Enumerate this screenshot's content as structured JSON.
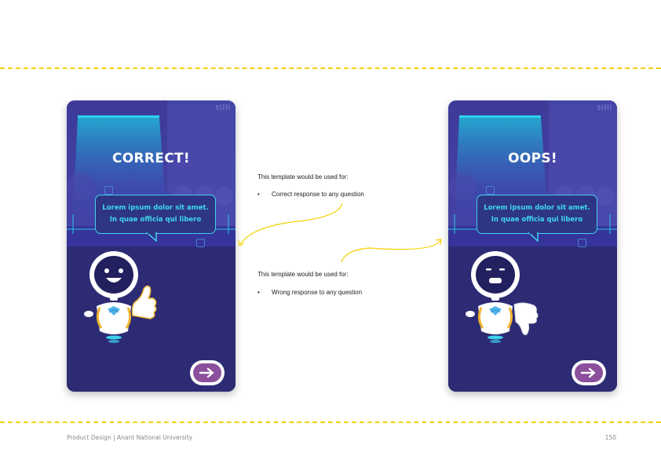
{
  "cards": {
    "correct": {
      "brand": "tilli",
      "headline": "CORRECT!",
      "bubble_text": "Lorem ipsum dolor sit amet. In quae officia qui libero",
      "robot_expression": "happy",
      "robot_gesture": "thumbs-up"
    },
    "oops": {
      "brand": "tilli",
      "headline": "OOPS!",
      "bubble_text": "Lorem ipsum dolor sit amet. In quae officia qui libero",
      "robot_expression": "worried",
      "robot_gesture": "thumbs-down"
    }
  },
  "notes": {
    "correct": {
      "intro": "This template would be used for:",
      "bullet": "Correct response to any question"
    },
    "wrong": {
      "intro": "This template would be used for:",
      "bullet": "Wrong response to any question"
    }
  },
  "footer": {
    "left": "Product Design | Anant National University",
    "page_number": "150"
  },
  "colors": {
    "accent_yellow": "#f5d000",
    "card_blue": "#3b3a9a",
    "bubble_cyan": "#3fd8ec",
    "button_purple": "#8b4f9c"
  },
  "icons": {
    "next": "arrow-right-icon",
    "bullet": "bullet-dot"
  }
}
